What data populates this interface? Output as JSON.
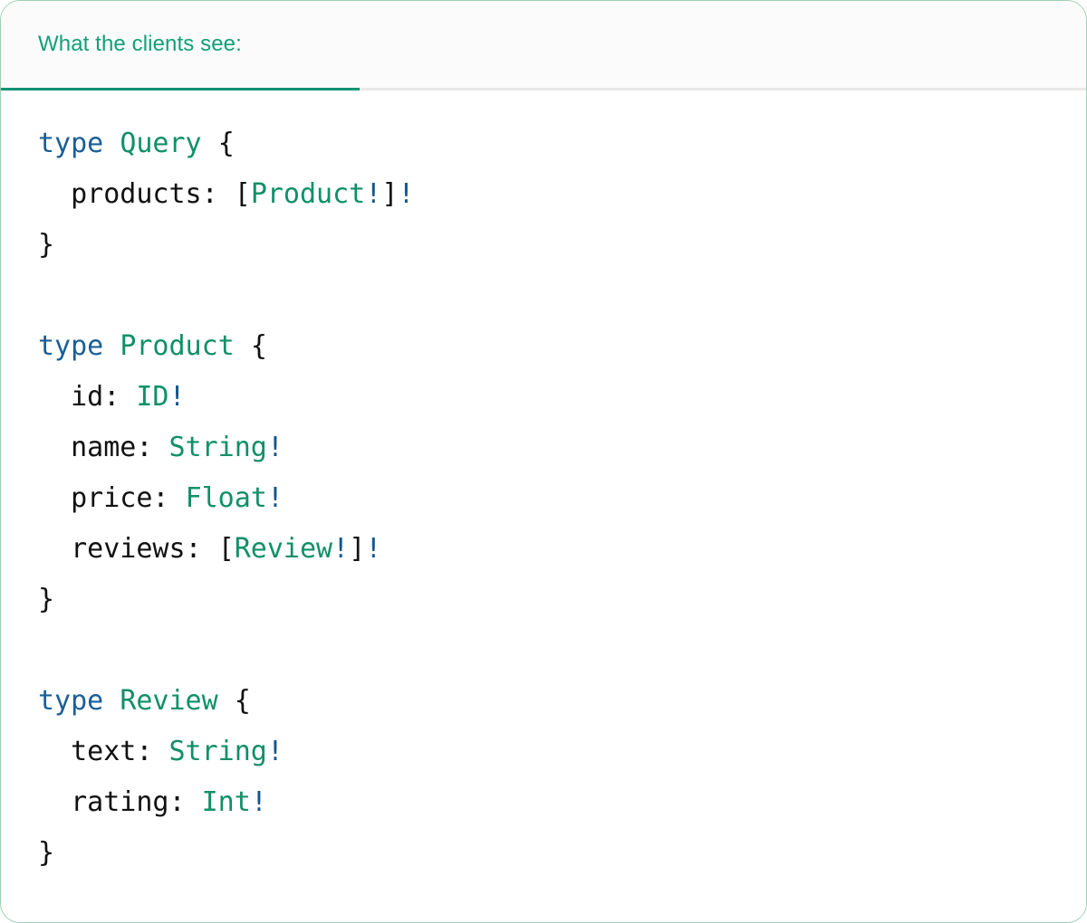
{
  "card": {
    "border_color": "#9ccfb6",
    "background": "#ffffff"
  },
  "tabbar": {
    "active_tab": {
      "label": "What the clients see:",
      "color": "#11a077",
      "underline_color": "#109372"
    },
    "background": "#fbfbfb",
    "divider_color": "#e9e9e9"
  },
  "editor": {
    "language": "graphql",
    "theme_colors": {
      "keyword": "#1a5e96",
      "type": "#0f9068",
      "punctuation": "#111111",
      "field": "#111111",
      "non_null": "#14558f",
      "background": "#ffffff"
    },
    "lines": [
      {
        "id": "line-1",
        "text": "type Query {",
        "tokens": [
          {
            "t": "type",
            "c": "kw"
          },
          {
            "t": " ",
            "c": "punct"
          },
          {
            "t": "Query",
            "c": "type"
          },
          {
            "t": " ",
            "c": "punct"
          },
          {
            "t": "{",
            "c": "punct"
          }
        ]
      },
      {
        "id": "line-2",
        "text": "  products: [Product!]!",
        "tokens": [
          {
            "t": "  ",
            "c": "punct"
          },
          {
            "t": "products:",
            "c": "field"
          },
          {
            "t": " ",
            "c": "punct"
          },
          {
            "t": "[",
            "c": "punct"
          },
          {
            "t": "Product",
            "c": "type"
          },
          {
            "t": "!",
            "c": "bang"
          },
          {
            "t": "]",
            "c": "punct"
          },
          {
            "t": "!",
            "c": "bang"
          }
        ]
      },
      {
        "id": "line-3",
        "text": "}",
        "tokens": [
          {
            "t": "}",
            "c": "punct"
          }
        ]
      },
      {
        "id": "line-4",
        "text": "",
        "tokens": []
      },
      {
        "id": "line-5",
        "text": "type Product {",
        "tokens": [
          {
            "t": "type",
            "c": "kw"
          },
          {
            "t": " ",
            "c": "punct"
          },
          {
            "t": "Product",
            "c": "type"
          },
          {
            "t": " ",
            "c": "punct"
          },
          {
            "t": "{",
            "c": "punct"
          }
        ]
      },
      {
        "id": "line-6",
        "text": "  id: ID!",
        "tokens": [
          {
            "t": "  ",
            "c": "punct"
          },
          {
            "t": "id:",
            "c": "field"
          },
          {
            "t": " ",
            "c": "punct"
          },
          {
            "t": "ID",
            "c": "type"
          },
          {
            "t": "!",
            "c": "bang"
          }
        ]
      },
      {
        "id": "line-7",
        "text": "  name: String!",
        "tokens": [
          {
            "t": "  ",
            "c": "punct"
          },
          {
            "t": "name:",
            "c": "field"
          },
          {
            "t": " ",
            "c": "punct"
          },
          {
            "t": "String",
            "c": "type"
          },
          {
            "t": "!",
            "c": "bang"
          }
        ]
      },
      {
        "id": "line-8",
        "text": "  price: Float!",
        "tokens": [
          {
            "t": "  ",
            "c": "punct"
          },
          {
            "t": "price:",
            "c": "field"
          },
          {
            "t": " ",
            "c": "punct"
          },
          {
            "t": "Float",
            "c": "type"
          },
          {
            "t": "!",
            "c": "bang"
          }
        ]
      },
      {
        "id": "line-9",
        "text": "  reviews: [Review!]!",
        "tokens": [
          {
            "t": "  ",
            "c": "punct"
          },
          {
            "t": "reviews:",
            "c": "field"
          },
          {
            "t": " ",
            "c": "punct"
          },
          {
            "t": "[",
            "c": "punct"
          },
          {
            "t": "Review",
            "c": "type"
          },
          {
            "t": "!",
            "c": "bang"
          },
          {
            "t": "]",
            "c": "punct"
          },
          {
            "t": "!",
            "c": "bang"
          }
        ]
      },
      {
        "id": "line-10",
        "text": "}",
        "tokens": [
          {
            "t": "}",
            "c": "punct"
          }
        ]
      },
      {
        "id": "line-11",
        "text": "",
        "tokens": []
      },
      {
        "id": "line-12",
        "text": "type Review {",
        "tokens": [
          {
            "t": "type",
            "c": "kw"
          },
          {
            "t": " ",
            "c": "punct"
          },
          {
            "t": "Review",
            "c": "type"
          },
          {
            "t": " ",
            "c": "punct"
          },
          {
            "t": "{",
            "c": "punct"
          }
        ]
      },
      {
        "id": "line-13",
        "text": "  text: String!",
        "tokens": [
          {
            "t": "  ",
            "c": "punct"
          },
          {
            "t": "text:",
            "c": "field"
          },
          {
            "t": " ",
            "c": "punct"
          },
          {
            "t": "String",
            "c": "type"
          },
          {
            "t": "!",
            "c": "bang"
          }
        ]
      },
      {
        "id": "line-14",
        "text": "  rating: Int!",
        "tokens": [
          {
            "t": "  ",
            "c": "punct"
          },
          {
            "t": "rating:",
            "c": "field"
          },
          {
            "t": " ",
            "c": "punct"
          },
          {
            "t": "Int",
            "c": "type"
          },
          {
            "t": "!",
            "c": "bang"
          }
        ]
      },
      {
        "id": "line-15",
        "text": "}",
        "tokens": [
          {
            "t": "}",
            "c": "punct"
          }
        ]
      }
    ]
  }
}
